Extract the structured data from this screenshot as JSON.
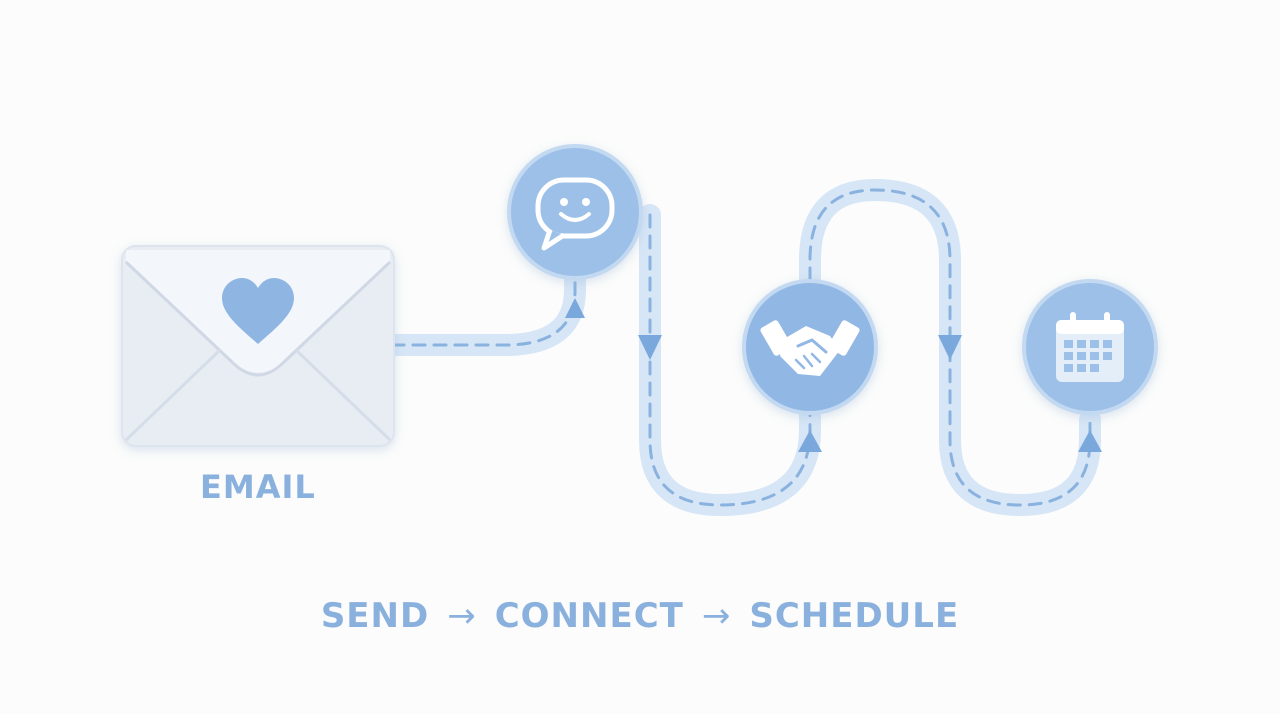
{
  "email_label": "EMAIL",
  "steps": [
    "SEND",
    "CONNECT",
    "SCHEDULE"
  ],
  "arrow_glyph": "→",
  "nodes": [
    {
      "name": "email-envelope",
      "icon": "heart-icon"
    },
    {
      "name": "chat-node",
      "icon": "smiley-chat-bubble-icon"
    },
    {
      "name": "handshake-node",
      "icon": "handshake-icon"
    },
    {
      "name": "calendar-node",
      "icon": "calendar-icon"
    }
  ],
  "colors": {
    "background": "#fbfcfb",
    "accent": "#8fb5e3",
    "accent_dark": "#6f9fd8",
    "path": "#d4e5f6",
    "path_dash": "#86b0df",
    "text": "#8ab0de",
    "envelope": "#e9eef5"
  }
}
